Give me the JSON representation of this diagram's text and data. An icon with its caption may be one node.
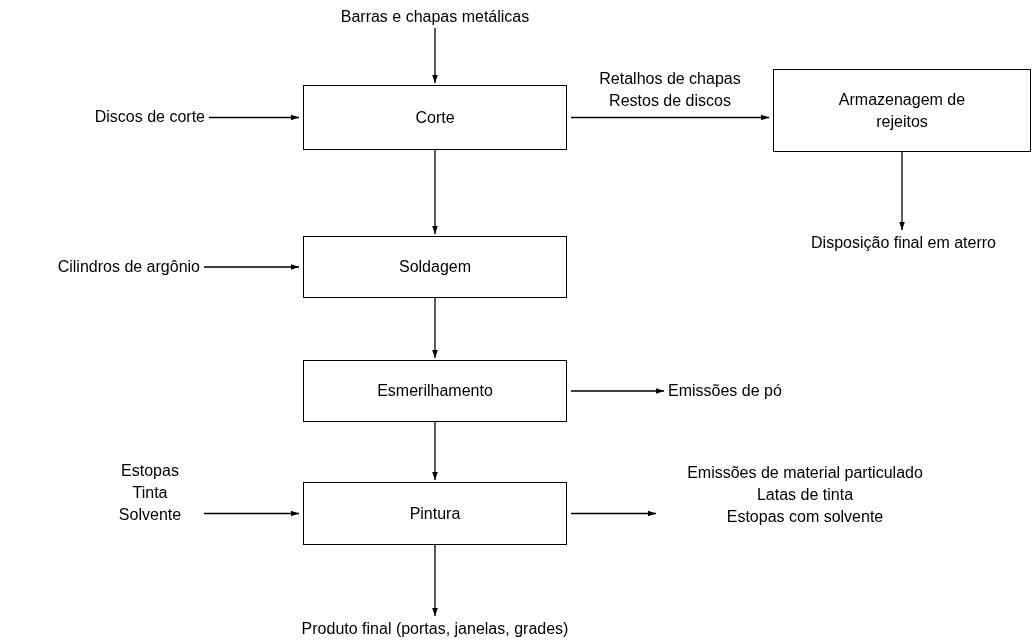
{
  "diagram": {
    "nodes": [
      {
        "text": [
          "Barras e chapas metálicas"
        ]
      },
      {
        "text": [
          "Discos de corte"
        ]
      },
      {
        "text": [
          "Corte"
        ]
      },
      {
        "text": [
          "Armazenagem de rejeitos"
        ]
      },
      {
        "text": [
          "Disposição final em aterro"
        ]
      },
      {
        "text": [
          "Cilindros de argônio"
        ]
      },
      {
        "text": [
          "Soldagem"
        ]
      },
      {
        "text": [
          "Esmerilhamento"
        ]
      },
      {
        "text": [
          "Emissões de pó"
        ]
      },
      {
        "text": [
          "Estopas",
          "Tinta",
          "Solvente"
        ]
      },
      {
        "text": [
          "Pintura"
        ]
      },
      {
        "text": [
          "Emissões de material particulado",
          "Latas de tinta",
          "Estopas com solvente"
        ]
      },
      {
        "text": [
          "Produto final (portas, janelas, grades)"
        ]
      }
    ],
    "edges": [
      {
        "from": 0,
        "to": 2,
        "arrow": "to"
      },
      {
        "from": 1,
        "to": 2,
        "arrow": "to"
      },
      {
        "from": 2,
        "to": 3,
        "arrow": "to",
        "label": "Retalhos de chapas Restos de discos"
      },
      {
        "from": 3,
        "to": 4,
        "arrow": "to"
      },
      {
        "from": 2,
        "to": 6,
        "arrow": "to"
      },
      {
        "from": 5,
        "to": 6,
        "arrow": "to"
      },
      {
        "from": 6,
        "to": 7,
        "arrow": "to"
      },
      {
        "from": 7,
        "to": 8,
        "arrow": "to"
      },
      {
        "from": 7,
        "to": 10,
        "arrow": "to"
      },
      {
        "from": 9,
        "to": 10,
        "arrow": "to"
      },
      {
        "from": 10,
        "to": 11,
        "arrow": "to"
      },
      {
        "from": 10,
        "to": 12,
        "arrow": "to"
      }
    ]
  }
}
